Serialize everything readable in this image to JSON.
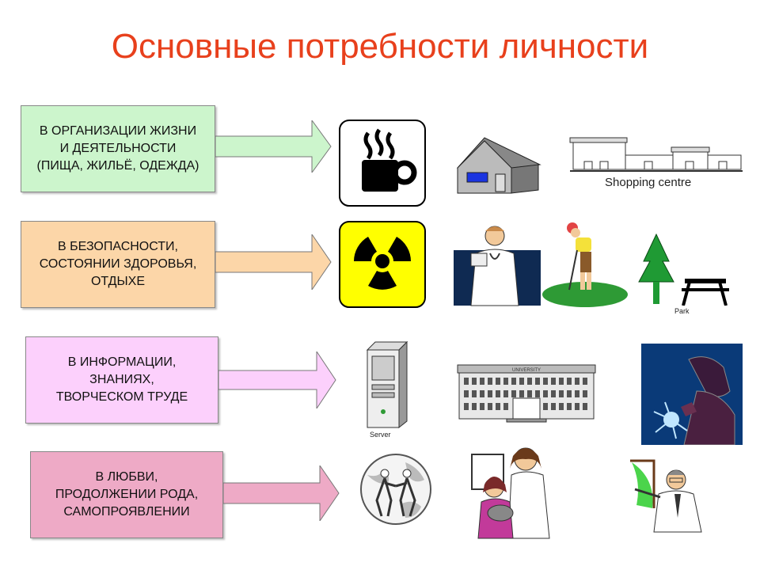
{
  "title": "Основные потребности личности",
  "rows": [
    {
      "lines": [
        "В ОРГАНИЗАЦИИ ЖИЗНИ",
        "И ДЕЯТЕЛЬНОСТИ",
        "(ПИЩА, ЖИЛЬЁ, ОДЕЖДА)"
      ],
      "color": "#ccf5cc",
      "arrow_color": "#ccf5cc"
    },
    {
      "lines": [
        "В БЕЗОПАСНОСТИ,",
        "СОСТОЯНИИ ЗДОРОВЬЯ,",
        "ОТДЫХЕ"
      ],
      "color": "#fcd6a8",
      "arrow_color": "#fcd6a8"
    },
    {
      "lines": [
        "В ИНФОРМАЦИИ,",
        "ЗНАНИЯХ,",
        "ТВОРЧЕСКОМ ТРУДЕ"
      ],
      "color": "#fcd0fc",
      "arrow_color": "#fcd0fc"
    },
    {
      "lines": [
        "В ЛЮБВИ,",
        "ПРОДОЛЖЕНИИ РОДА,",
        "САМОПРОЯВЛЕНИИ"
      ],
      "color": "#eeaac6",
      "arrow_color": "#eeaac6"
    }
  ],
  "captions": {
    "shopping": "Shopping centre",
    "park": "Park",
    "server": "Server",
    "university": "UNIVERSITY"
  },
  "icons": {
    "coffee": "coffee-cup-icon",
    "house": "house-icon",
    "mall": "shopping-centre-icon",
    "radiation": "radiation-icon",
    "doctor": "doctor-icon",
    "golfer": "golfer-icon",
    "park": "park-icon",
    "server": "server-icon",
    "university": "university-icon",
    "welder": "welder-icon",
    "globe": "globe-people-icon",
    "family": "family-icon",
    "teacher": "teacher-icon"
  }
}
